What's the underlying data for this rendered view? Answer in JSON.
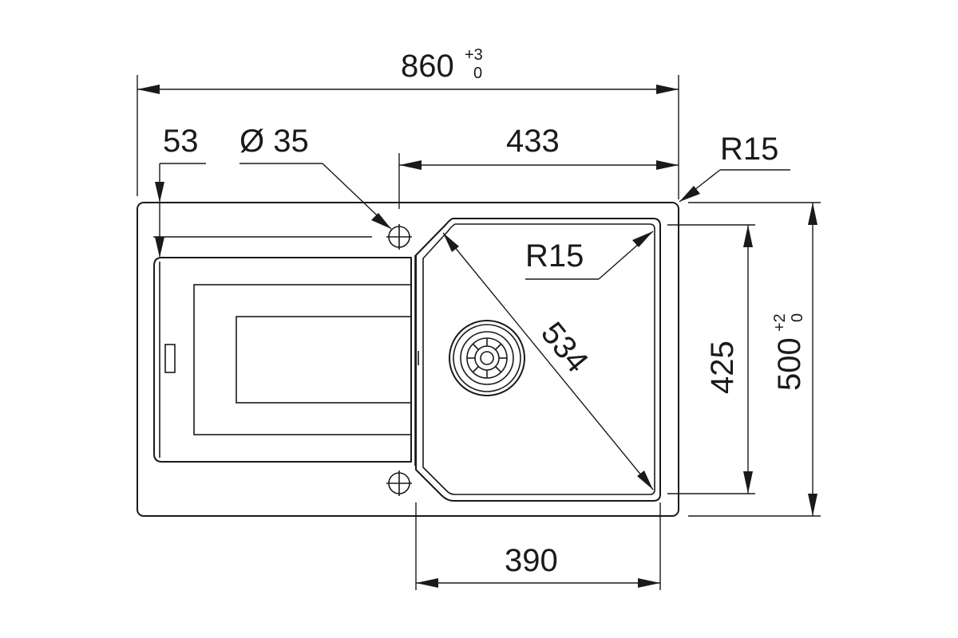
{
  "dimensions": {
    "overall_width": {
      "value": "860",
      "tol_upper": "+3",
      "tol_lower": "0"
    },
    "drainer_offset": "53",
    "tap_hole": "Ø 35",
    "bowl_offset": "433",
    "corner_radius_outer": "R15",
    "corner_radius_bowl": "R15",
    "bowl_diagonal": "534",
    "bowl_depth": "425",
    "overall_depth": {
      "value": "500",
      "tol_upper": "+2",
      "tol_lower": "0"
    },
    "bowl_width": "390"
  }
}
